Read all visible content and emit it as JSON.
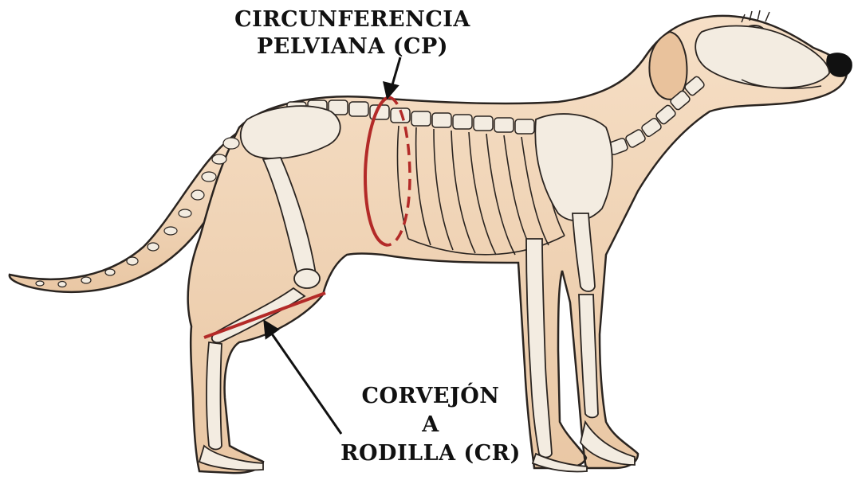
{
  "annotations": {
    "pelvic_circumference": {
      "line1": "CIRCUNFERENCIA",
      "line2": "PELVIANA (CP)"
    },
    "hock_to_knee": {
      "line1": "CORVEJÓN",
      "line2": "A",
      "line3": "RODILLA (CR)"
    }
  },
  "colors": {
    "skin": "#f4d9bd",
    "bone": "#f3ece1",
    "outline": "#2a2420",
    "measure": "#b32a28",
    "nose": "#111111"
  }
}
